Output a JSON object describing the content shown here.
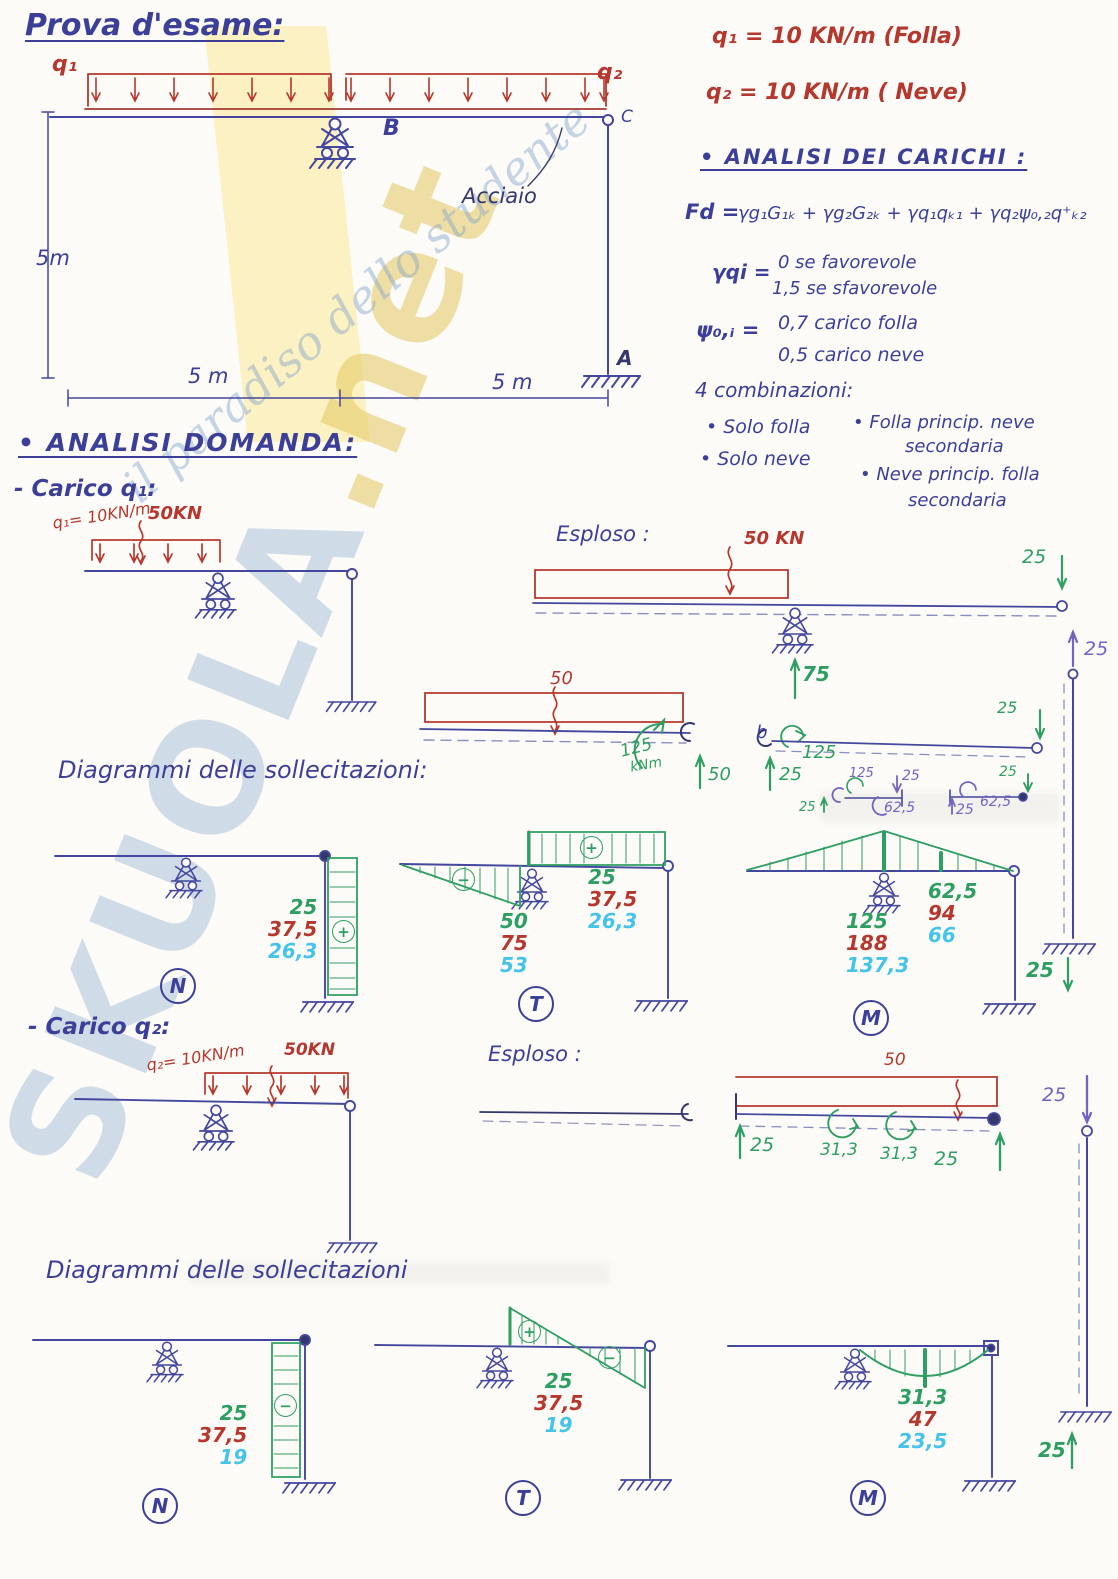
{
  "title": "Prova d'esame:",
  "watermark": {
    "brand": "SKUOLA",
    "dot_net": ".net",
    "tagline": "il paradiso dello studente"
  },
  "frame": {
    "q1": "q₁",
    "q2": "q₂",
    "b": "B",
    "c": "C",
    "a": "A",
    "material": "Acciaio",
    "height": "5m",
    "span_left": "5 m",
    "span_right": "5 m"
  },
  "load_defs": {
    "q1": "q₁ = 10 KN/m (Folla)",
    "q2": "q₂ = 10 KN/m ( Neve)"
  },
  "carichi": {
    "heading": "• ANALISI DEI CARICHI :",
    "formula_lhs": "Fd =",
    "formula": "γg₁G₁ₖ + γg₂G₂ₖ + γq₁qₖ₁ + γq₂ψ₀,₂q⁺ₖ₂",
    "gamma_sym": "γqi =",
    "gamma_opt1": "0  se favorevole",
    "gamma_opt2": "1,5  se sfavorevole",
    "psi_sym": "ψ₀,ᵢ =",
    "psi_opt1": "0,7  carico folla",
    "psi_opt2": "0,5  carico neve",
    "comb_heading": "4 combinazioni:",
    "comb1": "• Solo folla",
    "comb2": "• Solo neve",
    "comb3a": "• Folla princip. neve",
    "comb3b": "secondaria",
    "comb4a": "• Neve princip. folla",
    "comb4b": "secondaria"
  },
  "domanda_heading": "• ANALISI  DOMANDA:",
  "carico1": {
    "label": "- Carico  q₁:",
    "q": "q₁= 10KN/m",
    "r": "50KN"
  },
  "esploso1": {
    "label": "Esploso :",
    "p_top": "50 KN",
    "c_down": "25",
    "b_up": "75",
    "col_top": "25",
    "col_bottom": "25",
    "beam2_p": "50",
    "beam2_m": "125",
    "beam2_m_unit": "kNm",
    "beam2_v": "50",
    "beam3_b": "b",
    "beam3_m": "125",
    "beam3_left": "25",
    "beam3_right": "25",
    "fb_l_up": "25",
    "fb_m1": "125",
    "fb_mid_down": "25",
    "fb_m2": "62,5",
    "fb_r_up": "25",
    "fb_m3": "62,5",
    "fb_r_down": "25"
  },
  "diagrammi1": {
    "heading": "Diagrammi delle sollecitazioni:",
    "n": {
      "tag": "N",
      "sign": "+",
      "values": [
        "25",
        "37,5",
        "26,3"
      ]
    },
    "t": {
      "tag": "T",
      "sign_left": "−",
      "sign_right": "+",
      "left": [
        "50",
        "75",
        "53"
      ],
      "right": [
        "25",
        "37,5",
        "26,3"
      ]
    },
    "m": {
      "tag": "M",
      "at_b": [
        "125",
        "188",
        "137,3"
      ],
      "at_mid": [
        "62,5",
        "94",
        "66"
      ]
    }
  },
  "carico2": {
    "label": "- Carico  q₂:",
    "q": "q₂= 10KN/m",
    "r": "50KN"
  },
  "esploso2": {
    "label": "Esploso :",
    "p": "50",
    "left_up": "25",
    "m1": "31,3",
    "m2": "31,3",
    "right_up": "25",
    "col_top": "25",
    "col_bottom": "25"
  },
  "diagrammi2": {
    "heading": "Diagrammi  delle  sollecitazioni",
    "n": {
      "tag": "N",
      "sign": "−",
      "values": [
        "25",
        "37,5",
        "19"
      ]
    },
    "t": {
      "tag": "T",
      "sign_left": "+",
      "sign_right": "−",
      "values": [
        "25",
        "37,5",
        "19"
      ]
    },
    "m": {
      "tag": "M",
      "values": [
        "31,3",
        "47",
        "23,5"
      ]
    }
  }
}
